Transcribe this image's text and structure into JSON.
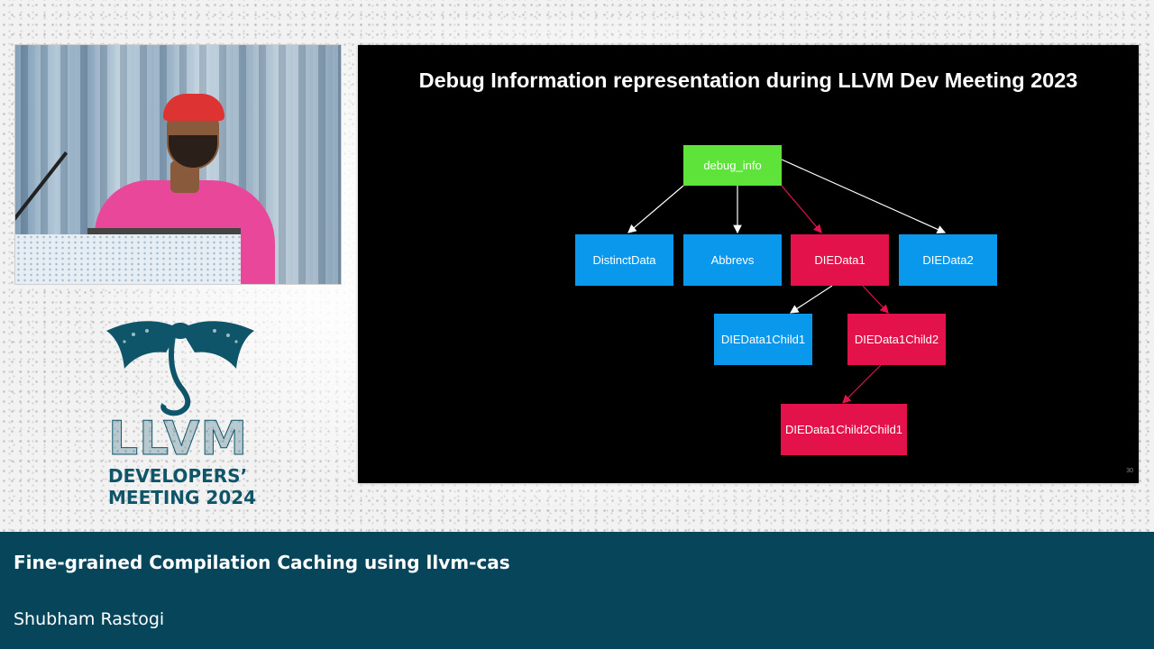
{
  "slide": {
    "title": "Debug Information representation during LLVM Dev Meeting 2023",
    "page_number": "30",
    "nodes": [
      {
        "id": "debug_info",
        "label": "debug_info",
        "color": "#5ee33a"
      },
      {
        "id": "distinct",
        "label": "DistinctData",
        "color": "#0a98ec"
      },
      {
        "id": "abbrevs",
        "label": "Abbrevs",
        "color": "#0a98ec"
      },
      {
        "id": "die1",
        "label": "DIEData1",
        "color": "#e3124a"
      },
      {
        "id": "die2",
        "label": "DIEData2",
        "color": "#0a98ec"
      },
      {
        "id": "die1child1",
        "label": "DIEData1Child1",
        "color": "#0a98ec"
      },
      {
        "id": "die1child2",
        "label": "DIEData1Child2",
        "color": "#e3124a"
      },
      {
        "id": "die1child2child1",
        "label": "DIEData1Child2Child1",
        "color": "#e3124a"
      }
    ],
    "edges": [
      {
        "from": "debug_info",
        "to": "distinct",
        "color": "#ffffff"
      },
      {
        "from": "debug_info",
        "to": "abbrevs",
        "color": "#ffffff"
      },
      {
        "from": "debug_info",
        "to": "die1",
        "color": "#e3124a"
      },
      {
        "from": "debug_info",
        "to": "die2",
        "color": "#ffffff"
      },
      {
        "from": "die1",
        "to": "die1child1",
        "color": "#ffffff"
      },
      {
        "from": "die1",
        "to": "die1child2",
        "color": "#e3124a"
      },
      {
        "from": "die1child2",
        "to": "die1child2child1",
        "color": "#e3124a"
      }
    ]
  },
  "logo": {
    "wordmark": "LLVM",
    "line1": "DEVELOPERS’",
    "line2": "MEETING 2024"
  },
  "banner": {
    "talk_title": "Fine-grained Compilation Caching using llvm-cas",
    "speaker": "Shubham Rastogi",
    "background": "#07455a"
  }
}
